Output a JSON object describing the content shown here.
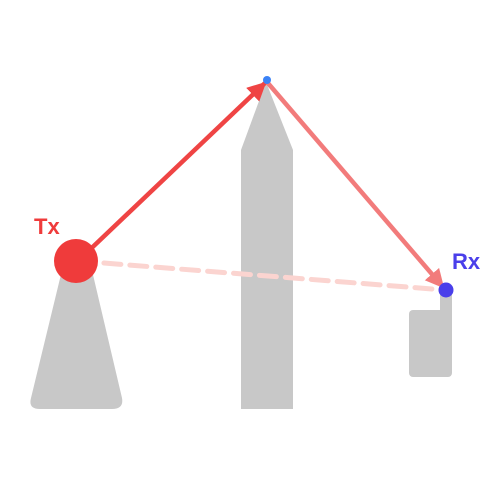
{
  "labels": {
    "transmitter": "Tx",
    "receiver": "Rx"
  },
  "colors": {
    "transmitter": "#EF3B3B",
    "receiver": "#4A3FEA",
    "incident_ray": "#EF4444",
    "reflected_ray": "#F27B7B",
    "direct_path": "#FBD4D0",
    "structures": "#C8C8C8",
    "reflection_point": "#3B82F6"
  },
  "icons": {
    "transmitter": "circle-node",
    "receiver": "circle-node",
    "reflection_point": "dot"
  }
}
